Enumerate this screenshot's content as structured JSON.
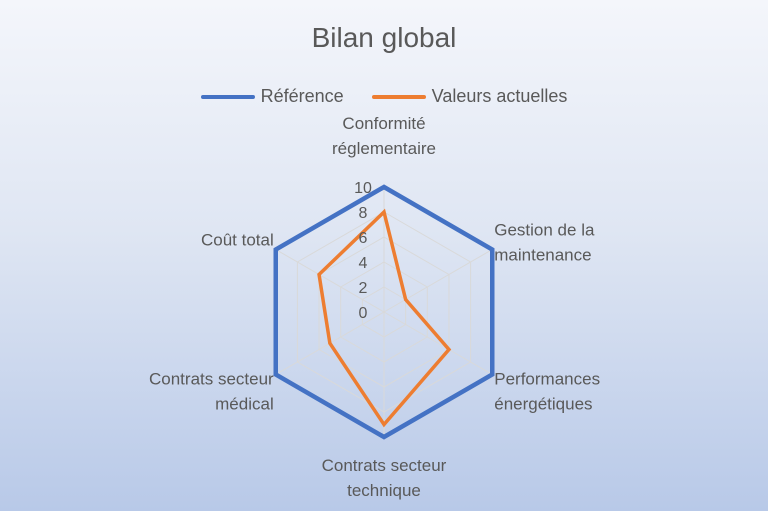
{
  "chart_data": {
    "type": "radar",
    "title": "Bilan global",
    "categories": [
      [
        "Conformité",
        "réglementaire"
      ],
      [
        "Gestion de la",
        "maintenance"
      ],
      [
        "Performances",
        "énergétiques"
      ],
      [
        "Contrats secteur",
        "technique"
      ],
      [
        "Contrats secteur",
        "médical"
      ],
      [
        "Coût total"
      ]
    ],
    "rmin": 0,
    "rmax": 10,
    "ticks": [
      0,
      2,
      4,
      6,
      8,
      10
    ],
    "legend_position": "top",
    "series": [
      {
        "name": "Référence",
        "color": "#4472C4",
        "values": [
          10,
          10,
          10,
          10,
          10,
          10
        ]
      },
      {
        "name": "Valeurs actuelles",
        "color": "#ED7D31",
        "values": [
          8,
          2,
          6,
          9,
          5,
          6
        ]
      }
    ]
  }
}
